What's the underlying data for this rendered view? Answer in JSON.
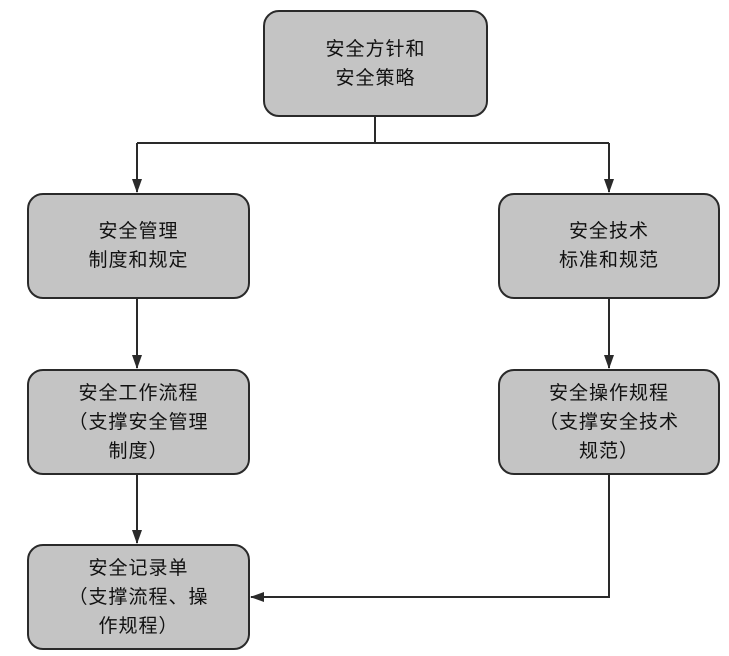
{
  "nodes": {
    "policy": {
      "lines": [
        "安全方针和",
        "安全策略"
      ]
    },
    "mgmt": {
      "lines": [
        "安全管理",
        "制度和规定"
      ]
    },
    "tech": {
      "lines": [
        "安全技术",
        "标准和规范"
      ]
    },
    "workflow": {
      "lines": [
        "安全工作流程",
        "（支撑安全管理",
        "制度）"
      ]
    },
    "ops": {
      "lines": [
        "安全操作规程",
        "（支撑安全技术",
        "规范）"
      ]
    },
    "record": {
      "lines": [
        "安全记录单",
        "（支撑流程、操",
        "作规程）"
      ]
    }
  },
  "colors": {
    "node_fill": "#c4c4c4",
    "stroke": "#2a2a2a",
    "text": "#111111"
  }
}
